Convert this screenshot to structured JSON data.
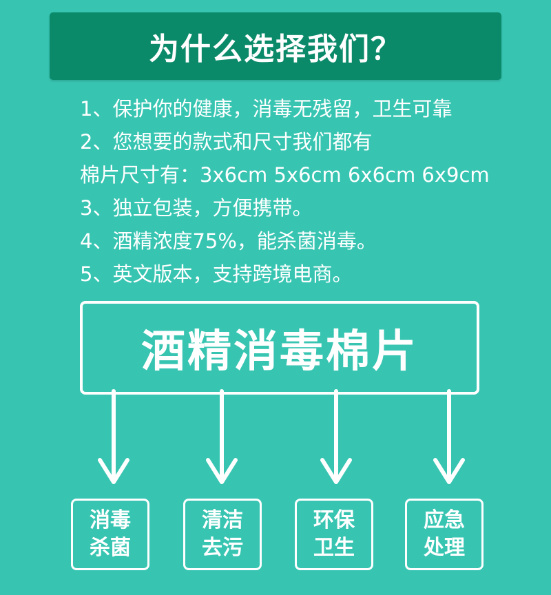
{
  "header": {
    "title": "为什么选择我们？"
  },
  "features": [
    "1、保护你的健康，消毒无残留，卫生可靠",
    "2、您想要的款式和尺寸我们都有",
    "棉片尺寸有：3x6cm 5x6cm 6x6cm 6x9cm",
    "3、独立包装，方便携带。",
    "4、酒精浓度75%，能杀菌消毒。",
    "5、英文版本，支持跨境电商。"
  ],
  "product": {
    "title": "酒精消毒棉片"
  },
  "benefits": [
    {
      "line1": "消毒",
      "line2": "杀菌"
    },
    {
      "line1": "清洁",
      "line2": "去污"
    },
    {
      "line1": "环保",
      "line2": "卫生"
    },
    {
      "line1": "应急",
      "line2": "处理"
    }
  ],
  "colors": {
    "background": "#37c5b2",
    "header_bg": "#0b8a6a",
    "text": "#ffffff"
  }
}
